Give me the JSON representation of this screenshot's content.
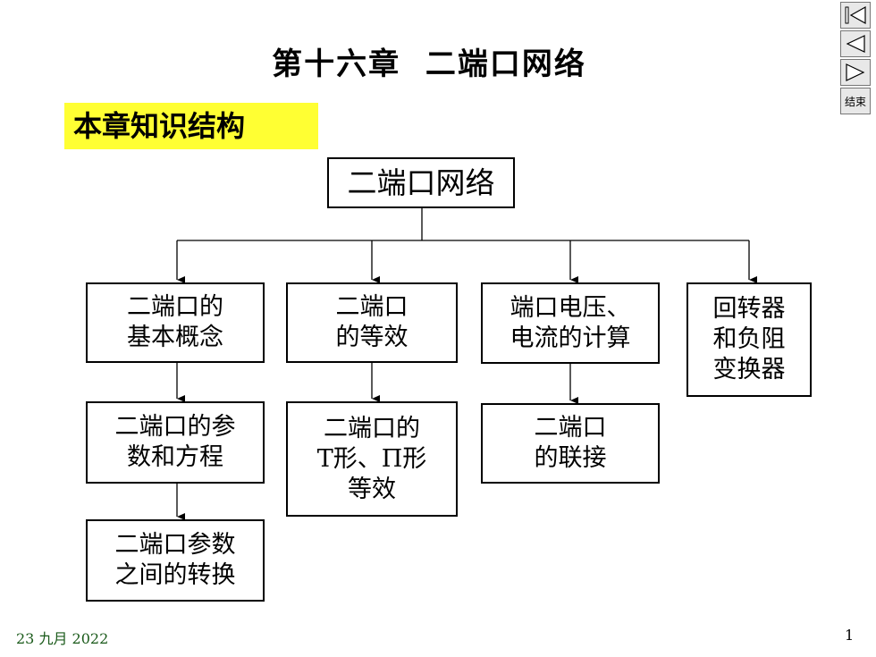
{
  "title": "第十六章  二端口网络",
  "section_label": "本章知识结构",
  "root": {
    "line1": "二端口网络"
  },
  "nodes": {
    "basic_concepts": {
      "line1": "二端口的",
      "line2": "基本概念"
    },
    "params_equations": {
      "line1": "二端口的参",
      "line2": "数和方程"
    },
    "param_conversion": {
      "line1": "二端口参数",
      "line2": "之间的转换"
    },
    "equivalent": {
      "line1": "二端口",
      "line2": "的等效"
    },
    "t_pi_equivalent": {
      "line1": "二端口的",
      "line2": "T形、Π形",
      "line3": "等效"
    },
    "port_calc": {
      "line1": "端口电压、",
      "line2": "电流的计算"
    },
    "connection": {
      "line1": "二端口",
      "line2": "的联接"
    },
    "gyrator": {
      "line1": "回转器",
      "line2": "和负阻",
      "line3": "变换器"
    }
  },
  "nav": {
    "end_label": "结束"
  },
  "footer": {
    "date": "23 九月 2022",
    "page": "1"
  }
}
